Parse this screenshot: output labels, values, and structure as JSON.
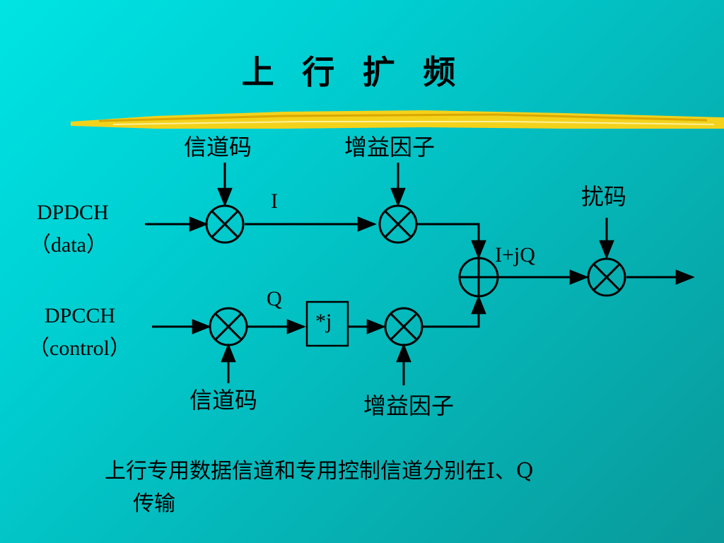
{
  "title": "上 行 扩 频",
  "labels": {
    "channel_code_top": "信道码",
    "gain_factor_top": "增益因子",
    "scrambling_code": "扰码",
    "i_branch": "I",
    "iq_sum": "I+jQ",
    "q_branch": "Q",
    "multiply_j": "*j",
    "channel_code_bottom": "信道码",
    "gain_factor_bottom": "增益因子"
  },
  "inputs": {
    "dpdch_name": "DPDCH",
    "dpdch_sub": "（data）",
    "dpcch_name": "DPCCH",
    "dpcch_sub": "（control）"
  },
  "caption": {
    "line1": "上行专用数据信道和专用控制信道分别在I、Q",
    "line2": "传输"
  }
}
